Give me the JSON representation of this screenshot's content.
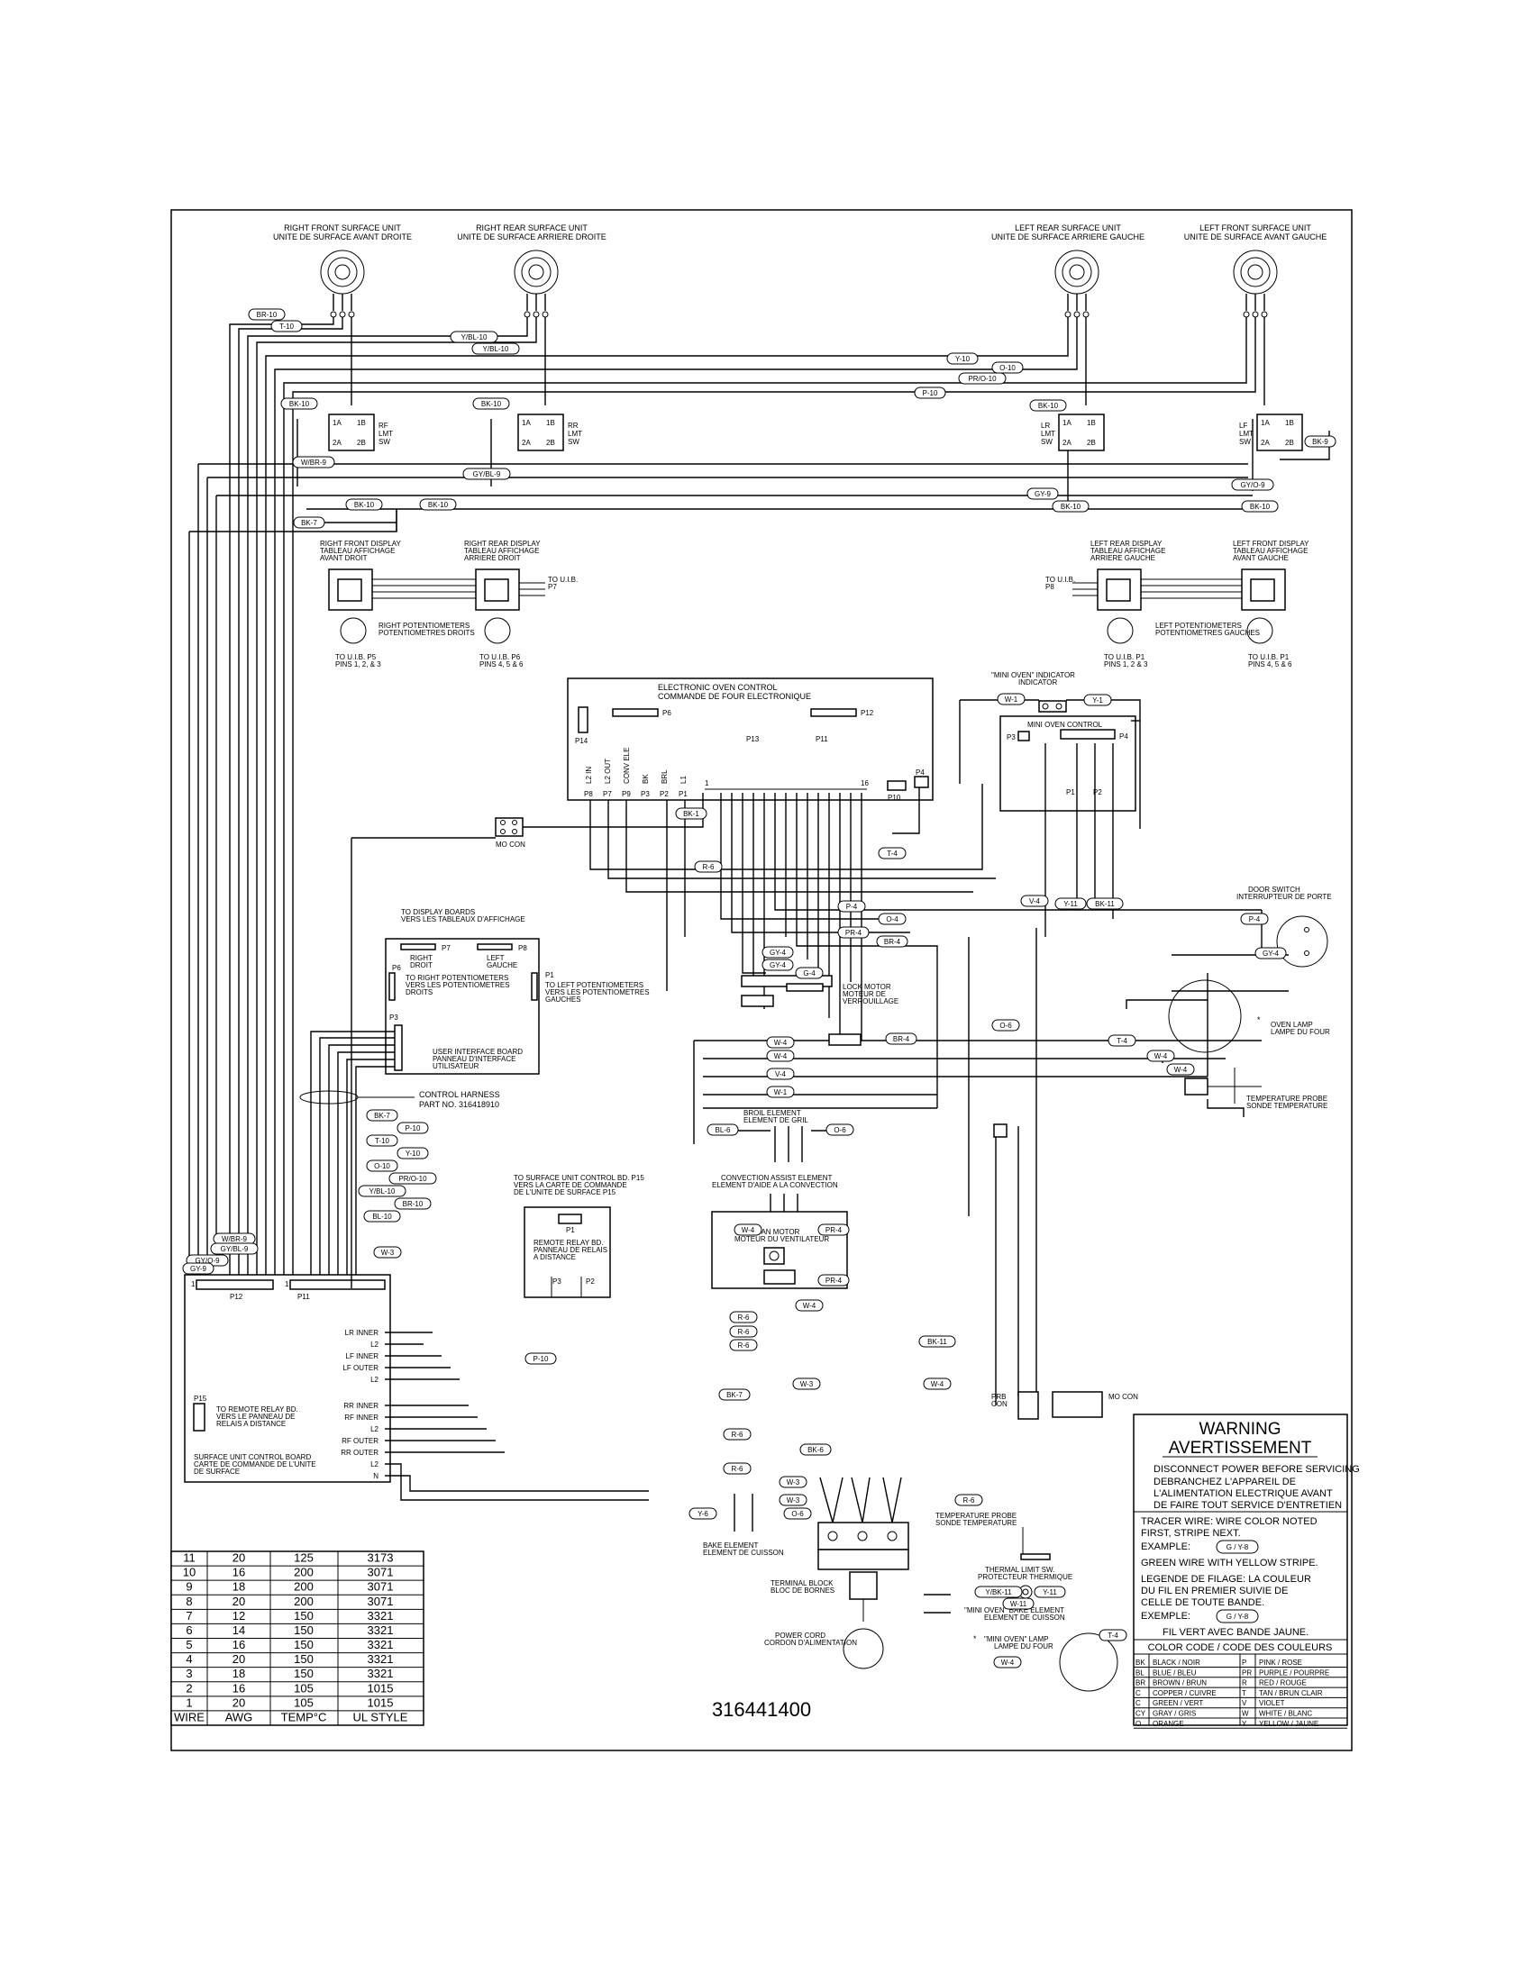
{
  "surface_units": [
    {
      "line1": "RIGHT FRONT SURFACE UNIT",
      "line2": "UNITE DE SURFACE AVANT DROITE"
    },
    {
      "line1": "RIGHT REAR SURFACE UNIT",
      "line2": "UNITE DE SURFACE ARRIERE DROITE"
    },
    {
      "line1": "LEFT REAR SURFACE UNIT",
      "line2": "UNITE DE SURFACE ARRIERE GAUCHE"
    },
    {
      "line1": "LEFT FRONT SURFACE UNIT",
      "line2": "UNITE DE SURFACE AVANT GAUCHE"
    }
  ],
  "limit_switches": [
    {
      "line1": "RF",
      "line2": "LMT",
      "line3": "SW"
    },
    {
      "line1": "RR",
      "line2": "LMT",
      "line3": "SW"
    },
    {
      "line1": "LR",
      "line2": "LMT",
      "line3": "SW"
    },
    {
      "line1": "LF",
      "line2": "LMT",
      "line3": "SW"
    }
  ],
  "switch_pins": {
    "a1": "1A",
    "b1": "1B",
    "a2": "2A",
    "b2": "2B"
  },
  "displays": [
    {
      "line1": "RIGHT FRONT DISPLAY",
      "line2": "TABLEAU AFFICHAGE",
      "line3": "AVANT DROIT",
      "pins1": "TO U.I.B. P5",
      "pins2": "PINS 1, 2, & 3"
    },
    {
      "line1": "RIGHT REAR DISPLAY",
      "line2": "TABLEAU AFFICHAGE",
      "line3": "ARRIERE DROIT",
      "pins1": "TO U.I.B. P6",
      "pins2": "PINS 4, 5 & 6"
    },
    {
      "line1": "LEFT REAR DISPLAY",
      "line2": "TABLEAU AFFICHAGE",
      "line3": "ARRIERE GAUCHE",
      "pins1": "TO U.I.B. P1",
      "pins2": "PINS 1, 2 & 3"
    },
    {
      "line1": "LEFT FRONT DISPLAY",
      "line2": "TABLEAU AFFICHAGE",
      "line3": "AVANT GAUCHE",
      "pins1": "TO U.I.B. P1",
      "pins2": "PINS 4, 5 & 6"
    }
  ],
  "to_uib_p7": "TO U.I.B.",
  "to_uib_p7b": "P7",
  "to_uib_p8": "TO U.I.B.",
  "to_uib_p8b": "P8",
  "pots_right": {
    "line1": "RIGHT POTENTIOMETERS",
    "line2": "POTENTIOMETRES DROITS"
  },
  "pots_left": {
    "line1": "LEFT POTENTIOMETERS",
    "line2": "POTENTIOMETRES GAUCHES"
  },
  "oven_control": {
    "title1": "ELECTRONIC OVEN CONTROL",
    "title2": "COMMANDE DE FOUR ELECTRONIQUE",
    "p6": "P6",
    "p12": "P12",
    "p13": "P13",
    "p11": "P11",
    "p14": "P14",
    "p10": "P10",
    "p4": "P4",
    "relays": [
      "L2 IN",
      "L2 OUT",
      "CONV ELE",
      "BK",
      "BRL",
      "L1"
    ],
    "relay_pins": [
      "P8",
      "P7",
      "P9",
      "P3",
      "P2",
      "P1"
    ],
    "conn_start": "1",
    "conn_end": "16"
  },
  "mini_oven": {
    "ind1": "\"MINI OVEN\" INDICATOR",
    "ind2": "INDICATOR",
    "control": "MINI OVEN CONTROL",
    "p3": "P3",
    "p4": "P4",
    "p1": "P1",
    "p2": "P2"
  },
  "mo_con": "MO CON",
  "mo_con2": "MO CON",
  "prb_con1": "PRB",
  "prb_con2": "CON",
  "uib": {
    "to_display1": "TO DISPLAY BOARDS",
    "to_display2": "VERS LES TABLEAUX D'AFFICHAGE",
    "p7": "P7",
    "p8": "P8",
    "right": "RIGHT",
    "droit": "DROIT",
    "left": "LEFT",
    "gauche": "GAUCHE",
    "p6": "P6",
    "p1": "P1",
    "p3": "P3",
    "rpot1": "TO RIGHT POTENTIOMETERS",
    "rpot2": "VERS LES POTENTIOMETRES",
    "rpot3": "DROITS",
    "lpot1": "TO LEFT POTENTIOMETERS",
    "lpot2": "VERS LES POTENTIOMETRES",
    "lpot3": "GAUCHES",
    "name1": "USER INTERFACE BOARD",
    "name2": "PANNEAU D'INTERFACE",
    "name3": "UTILISATEUR"
  },
  "harness": {
    "line1": "CONTROL HARNESS",
    "line2": "PART NO. 316418910"
  },
  "remote_relay": {
    "to1": "TO SURFACE UNIT CONTROL BD. P15",
    "to2": "VERS LA CARTE DE COMMANDE",
    "to3": "DE L'UNITE DE SURFACE P15",
    "p1": "P1",
    "name1": "REMOTE RELAY BD.",
    "name2": "PANNEAU DE RELAIS",
    "name3": "A DISTANCE",
    "p3": "P3",
    "p2": "P2"
  },
  "sucb": {
    "p12": "P12",
    "p11": "P11",
    "p15": "P15",
    "terminals": [
      "LR INNER",
      "L2",
      "LF INNER",
      "LF OUTER",
      "L2",
      "RR INNER",
      "RF INNER",
      "L2",
      "RF OUTER",
      "RR OUTER",
      "L2",
      "N"
    ],
    "remote1": "TO REMOTE RELAY BD.",
    "remote2": "VERS LE PANNEAU DE",
    "remote3": "RELAIS A DISTANCE",
    "name1": "SURFACE UNIT CONTROL BOARD",
    "name2": "CARTE DE COMMANDE DE L'UNITE",
    "name3": "DE SURFACE",
    "p12_start": "1",
    "p11_start": "1"
  },
  "components": {
    "door1": "DOOR SWITCH",
    "door2": "INTERRUPTEUR DE PORTE",
    "lock1": "LOCK MOTOR",
    "lock2": "MOTEUR DE",
    "lock3": "VERROUILLAGE",
    "lamp1": "OVEN LAMP",
    "lamp2": "LAMPE DU FOUR",
    "probe1": "TEMPERATURE PROBE",
    "probe2": "SONDE TEMPERATURE",
    "broil1": "BROIL ELEMENT",
    "broil2": "ELEMENT DE GRIL",
    "conv1": "CONVECTION ASSIST ELEMENT",
    "conv2": "ELEMENT D'AIDE A LA CONVECTION",
    "fan1": "FAN MOTOR",
    "fan2": "MOTEUR DU VENTILATEUR",
    "bake1": "BAKE ELEMENT",
    "bake2": "ELEMENT DE CUISSON",
    "tb1": "TERMINAL BLOCK",
    "tb2": "BLOC DE BORNES",
    "cord1": "POWER CORD",
    "cord2": "CORDON D'ALIMENTATION",
    "probe_b1": "TEMPERATURE PROBE",
    "probe_b2": "SONDE TEMPERATURE",
    "thermal1": "THERMAL LIMIT SW.",
    "thermal2": "PROTECTEUR THERMIQUE",
    "mbake1": "\"MINI OVEN\" BAKE ELEMENT",
    "mbake2": "ELEMENT DE CUISSON",
    "mlamp1": "\"MINI OVEN\" LAMP",
    "mlamp2": "LAMPE DU FOUR",
    "asterisk": "*"
  },
  "wire_tags": [
    "BR-10",
    "T-10",
    "Y/BL-10",
    "Y/BL-10",
    "Y-10",
    "O-10",
    "PR/O-10",
    "P-10",
    "BK-10",
    "BK-10",
    "BK-10",
    "BK-9",
    "W/BR-9",
    "GY/BL-9",
    "GY-9",
    "GY/O-9",
    "BK-10",
    "BK-10",
    "BK-7",
    "BK-10",
    "BK-10",
    "W-1",
    "Y-1",
    "BK-1",
    "T-4",
    "R-6",
    "P-4",
    "O-4",
    "PR-4",
    "BR-4",
    "GY-4",
    "GY-4",
    "G-4",
    "W-4",
    "W-4",
    "BR-4",
    "W-4",
    "V-4",
    "W-1",
    "O-6",
    "V-4",
    "Y-11",
    "BK-11",
    "BK-7",
    "P-10",
    "T-10",
    "Y-10",
    "O-10",
    "PR/O-10",
    "Y/BL-10",
    "BR-10",
    "BL-10",
    "W/BR-9",
    "GY/BL-9",
    "GY/O-9",
    "GY-9",
    "W-3",
    "BL-6",
    "O-6",
    "W-4",
    "PR-4",
    "PR-4",
    "W-4",
    "R-6",
    "R-6",
    "R-6",
    "BK-11",
    "W-3",
    "W-4",
    "BK-7",
    "P-10",
    "R-6",
    "BK-6",
    "R-6",
    "W-3",
    "W-3",
    "R-6",
    "Y-6",
    "O-6",
    "Y/BK-11",
    "Y-11",
    "W-11",
    "T-4",
    "W-4",
    "P-4",
    "GY-4",
    "W-4",
    "T-4"
  ],
  "warning": {
    "title1": "WARNING",
    "title2": "AVERTISSEMENT",
    "en": "DISCONNECT POWER BEFORE SERVICING",
    "fr1": "DEBRANCHEZ L'APPAREIL DE",
    "fr2": "L'ALIMENTATION ELECTRIQUE AVANT",
    "fr3": "DE FAIRE TOUT SERVICE D'ENTRETIEN",
    "tracer1": "TRACER WIRE: WIRE COLOR NOTED",
    "tracer2": "FIRST, STRIPE NEXT.",
    "example": "EXAMPLE:",
    "example_tag": "G / Y-8",
    "green": "GREEN WIRE WITH YELLOW STRIPE.",
    "legende1": "LEGENDE DE FILAGE: LA COULEUR",
    "legende2": "DU FIL EN PREMIER SUIVIE DE",
    "legende3": "CELLE DE TOUTE BANDE.",
    "exemple": "EXEMPLE:",
    "exemple_tag": "G / Y-8",
    "vert": "FIL VERT AVEC BANDE JAUNE.",
    "color_code_title": "COLOR CODE / CODE DES COULEURS"
  },
  "color_codes": [
    {
      "code": "BK",
      "name": "BLACK / NOIR",
      "code2": "P",
      "name2": "PINK / ROSE"
    },
    {
      "code": "BL",
      "name": "BLUE / BLEU",
      "code2": "PR",
      "name2": "PURPLE / POURPRE"
    },
    {
      "code": "BR",
      "name": "BROWN / BRUN",
      "code2": "R",
      "name2": "RED / ROUGE"
    },
    {
      "code": "C",
      "name": "COPPER / CUIVRE",
      "code2": "T",
      "name2": "TAN / BRUN CLAIR"
    },
    {
      "code": "C",
      "name": "GREEN / VERT",
      "code2": "V",
      "name2": "VIOLET"
    },
    {
      "code": "CY",
      "name": "GRAY / GRIS",
      "code2": "W",
      "name2": "WHITE / BLANC"
    },
    {
      "code": "O",
      "name": "ORANGE",
      "code2": "Y",
      "name2": "YELLOW / JAUNE"
    }
  ],
  "wire_table": {
    "headers": [
      "WIRE",
      "AWG",
      "TEMP°C",
      "UL STYLE"
    ],
    "rows": [
      [
        "11",
        "20",
        "125",
        "3173"
      ],
      [
        "10",
        "16",
        "200",
        "3071"
      ],
      [
        "9",
        "18",
        "200",
        "3071"
      ],
      [
        "8",
        "20",
        "200",
        "3071"
      ],
      [
        "7",
        "12",
        "150",
        "3321"
      ],
      [
        "6",
        "14",
        "150",
        "3321"
      ],
      [
        "5",
        "16",
        "150",
        "3321"
      ],
      [
        "4",
        "20",
        "150",
        "3321"
      ],
      [
        "3",
        "18",
        "150",
        "3321"
      ],
      [
        "2",
        "16",
        "105",
        "1015"
      ],
      [
        "1",
        "20",
        "105",
        "1015"
      ]
    ]
  },
  "part_number": "316441400"
}
